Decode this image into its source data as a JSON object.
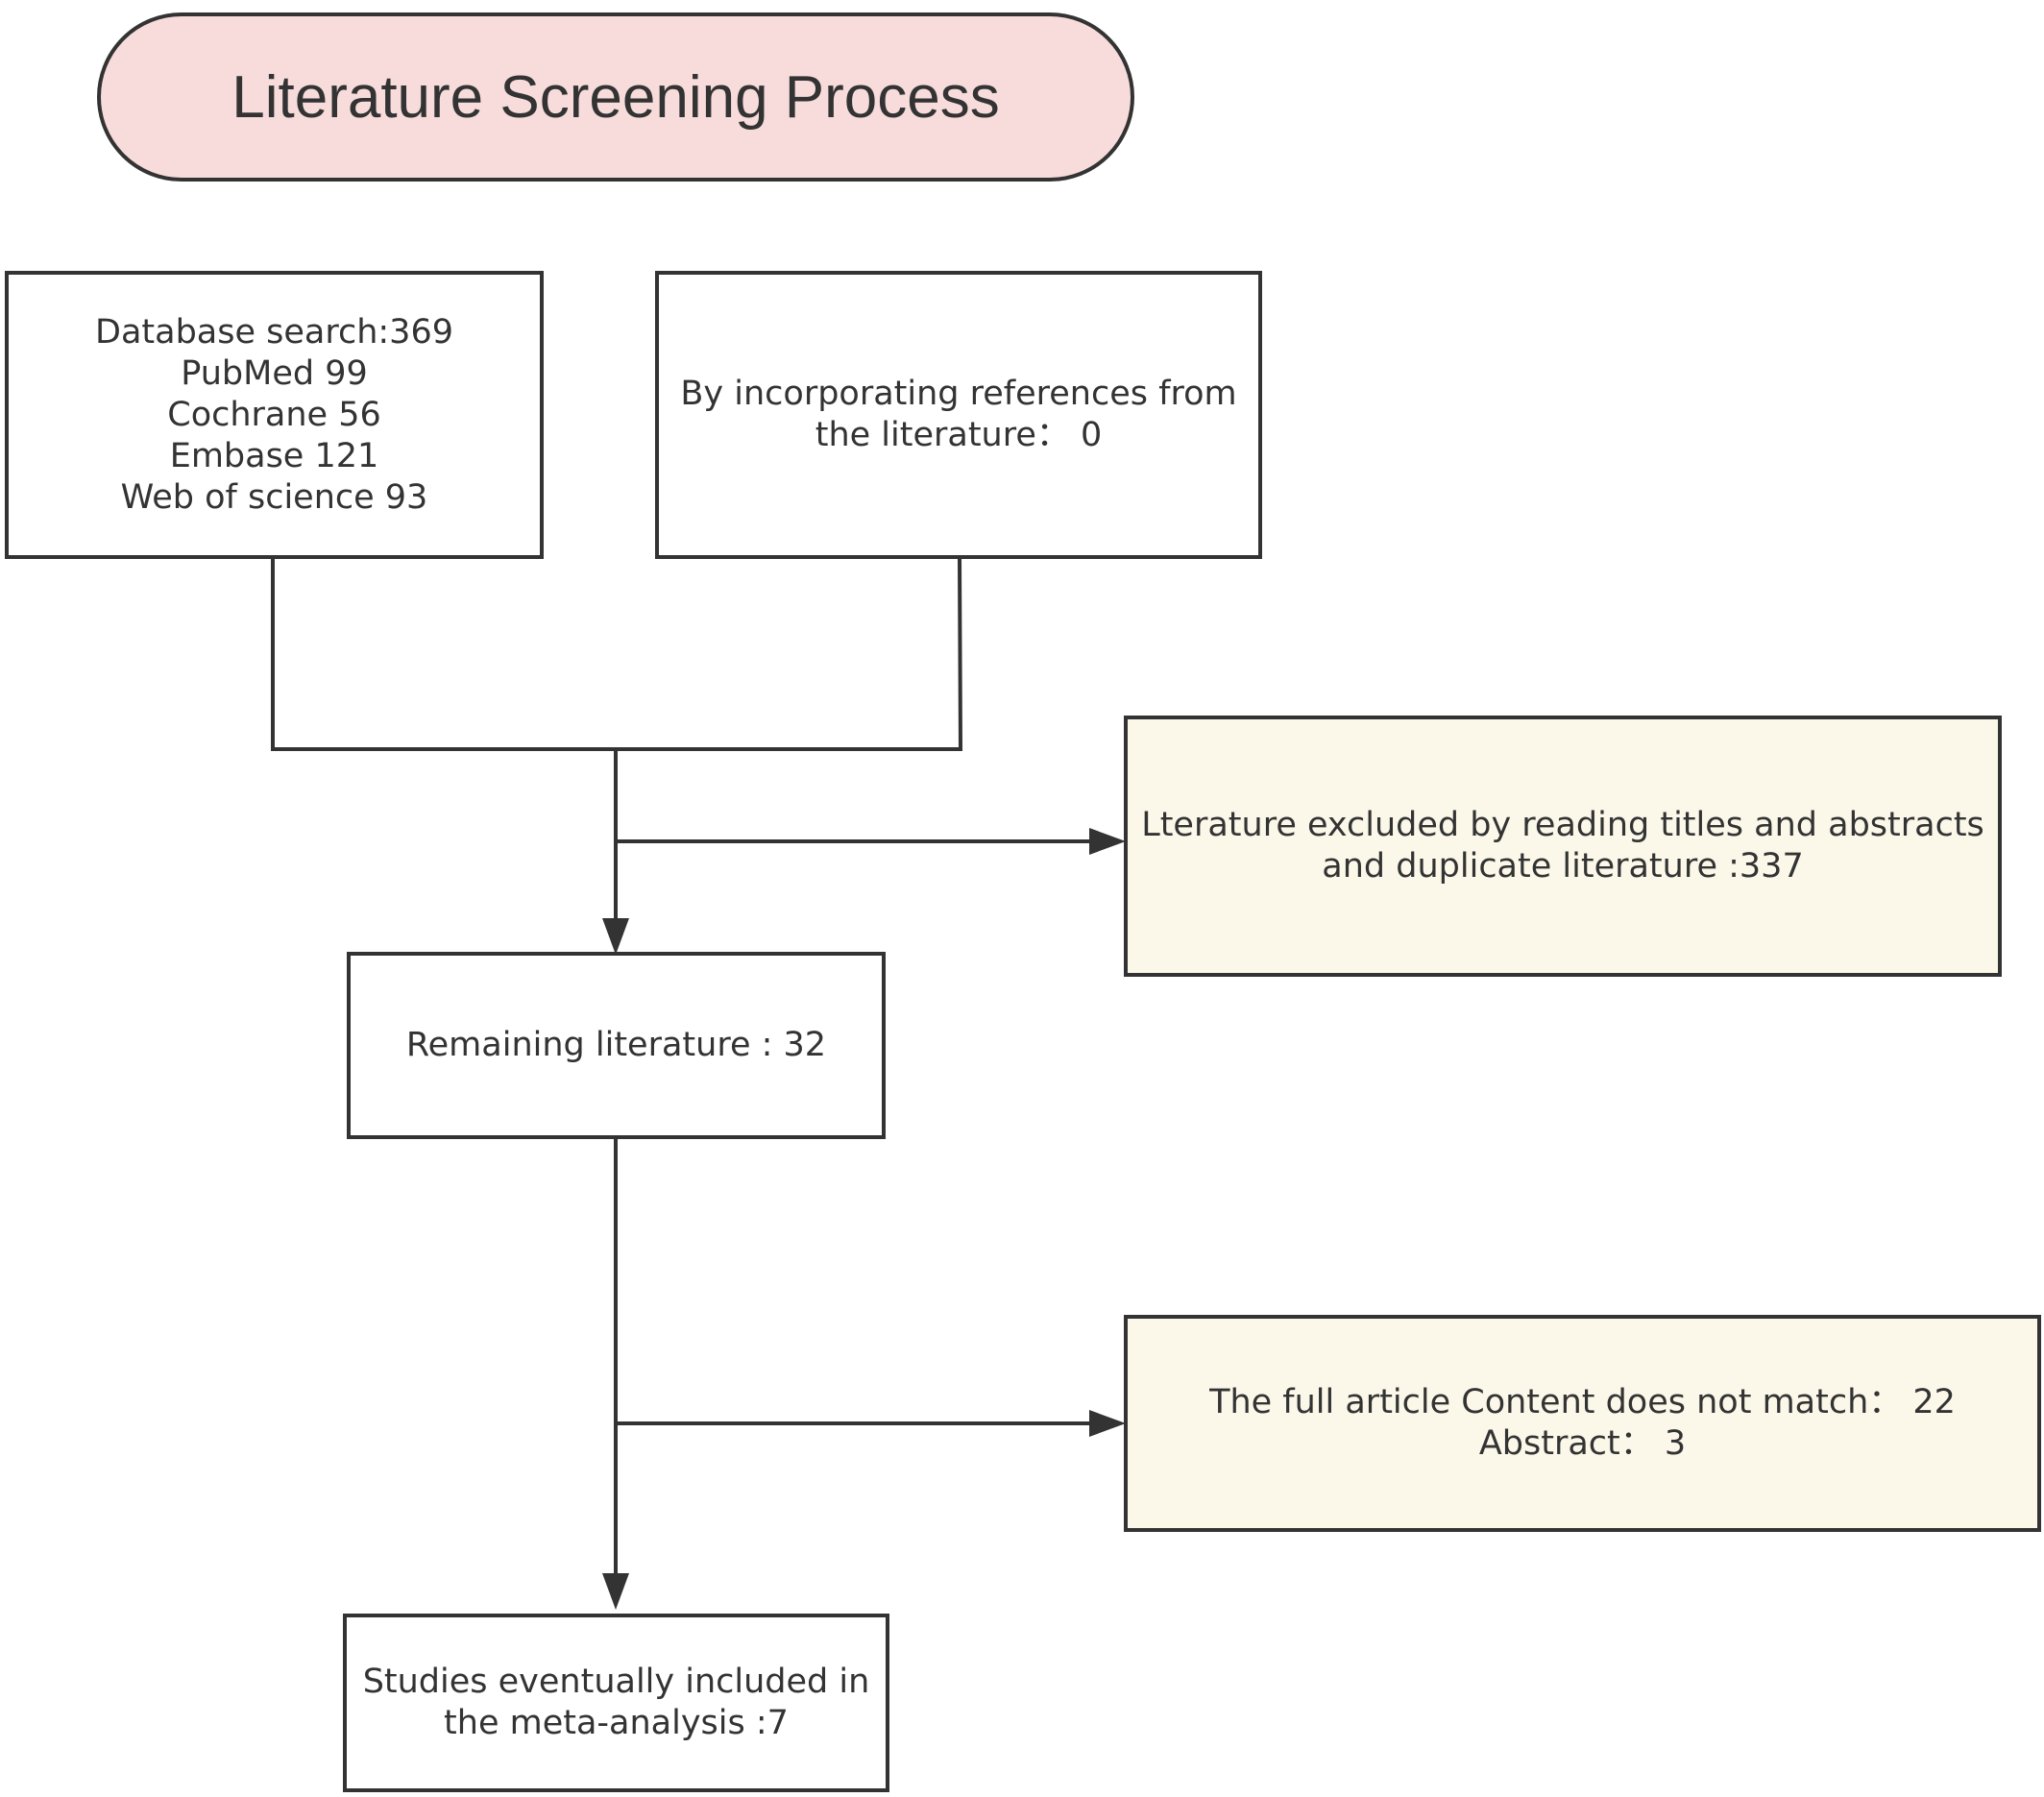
{
  "title": "Literature Screening Process",
  "nodes": {
    "database_search": {
      "lines": [
        "Database search:369",
        "PubMed 99",
        "Cochrane 56",
        "Embase 121",
        "Web of science 93"
      ]
    },
    "references": {
      "lines": [
        "By incorporating references from",
        "the literature： 0"
      ]
    },
    "excluded_titles": {
      "lines": [
        "Lterature excluded by reading titles and abstracts",
        "and duplicate literature :337"
      ]
    },
    "remaining": {
      "lines": [
        "Remaining literature : 32"
      ]
    },
    "excluded_fulltext": {
      "lines": [
        "The full article Content does not match： 22",
        "Abstract： 3"
      ]
    },
    "included": {
      "lines": [
        "Studies eventually included in",
        "the meta-analysis :7"
      ]
    }
  },
  "colors": {
    "title_fill": "#f8dcdc",
    "excluded_fill": "#fbf8ea",
    "stroke": "#333333"
  }
}
